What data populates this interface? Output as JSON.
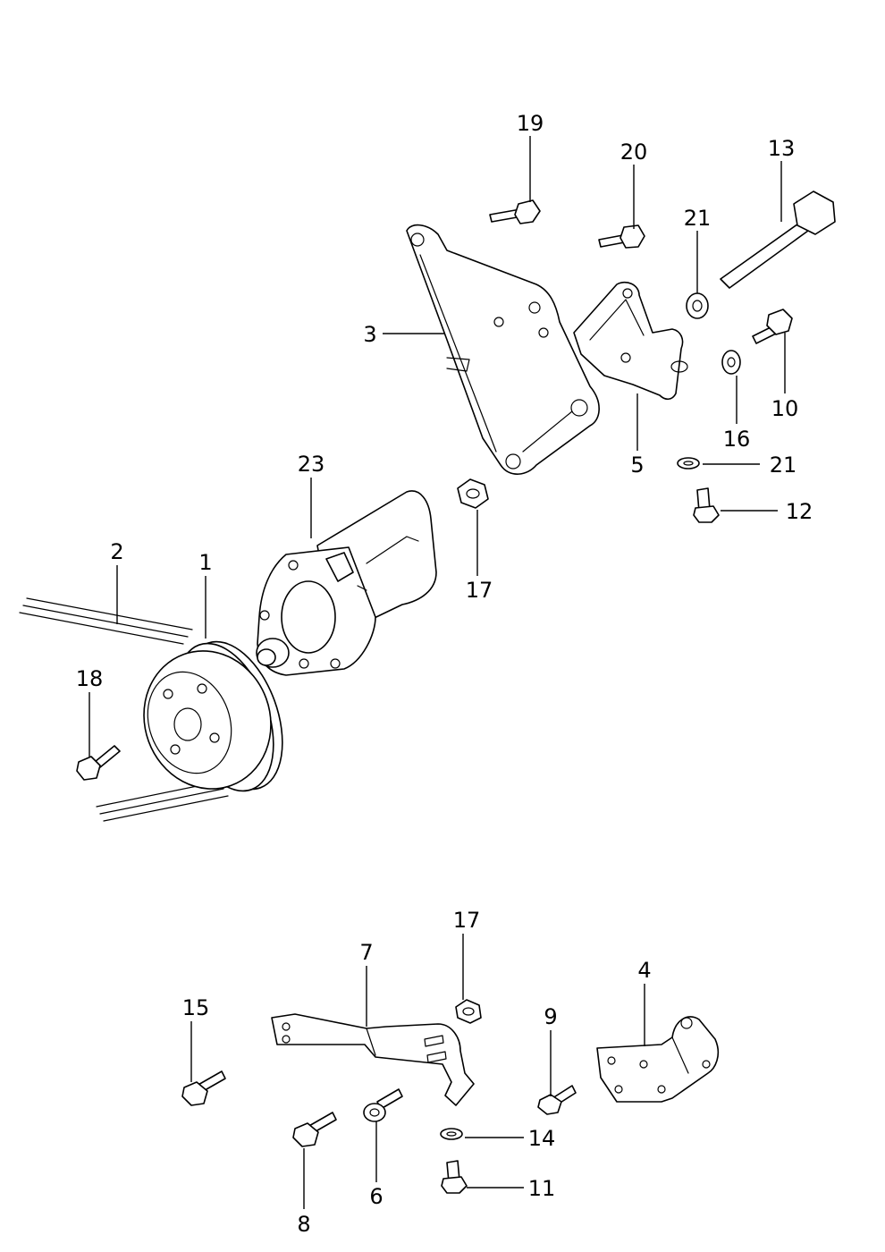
{
  "diagram": {
    "callouts": [
      "19",
      "20",
      "13",
      "21",
      "3",
      "10",
      "16",
      "5",
      "21",
      "12",
      "23",
      "2",
      "1",
      "17",
      "18",
      "17",
      "7",
      "4",
      "15",
      "9",
      "14",
      "11",
      "8",
      "6"
    ]
  }
}
